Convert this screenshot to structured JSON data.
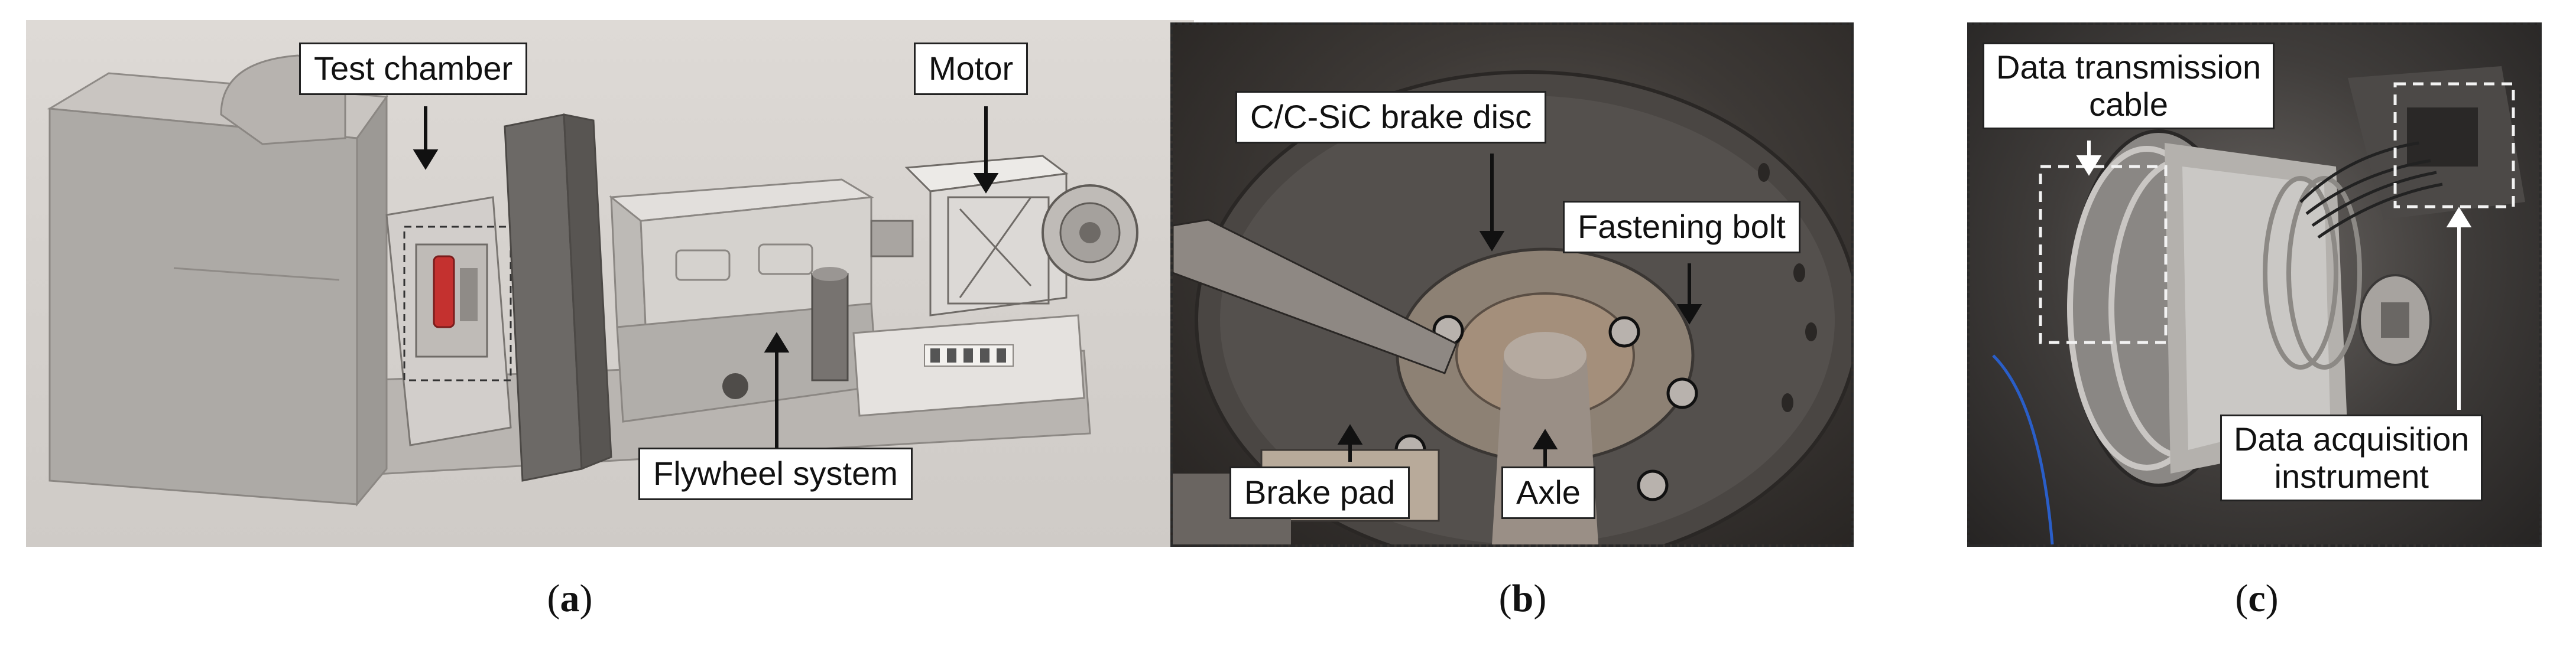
{
  "panels": {
    "a": {
      "caption_letter": "a",
      "labels": {
        "test_chamber": "Test chamber",
        "motor": "Motor",
        "flywheel_system": "Flywheel system"
      }
    },
    "b": {
      "caption_letter": "b",
      "labels": {
        "brake_disc": "C/C-SiC brake disc",
        "fastening_bolt": "Fastening bolt",
        "brake_pad": "Brake pad",
        "axle": "Axle"
      }
    },
    "c": {
      "caption_letter": "c",
      "labels": {
        "data_transmission_line1": "Data transmission",
        "data_transmission_line2": "cable",
        "data_acquisition_line1": "Data acquisition",
        "data_acquisition_line2": "instrument"
      }
    }
  },
  "colors": {
    "label_border": "#222222",
    "label_background": "#ffffff",
    "arrow": "#111111",
    "arrow_light": "#ffffff"
  }
}
